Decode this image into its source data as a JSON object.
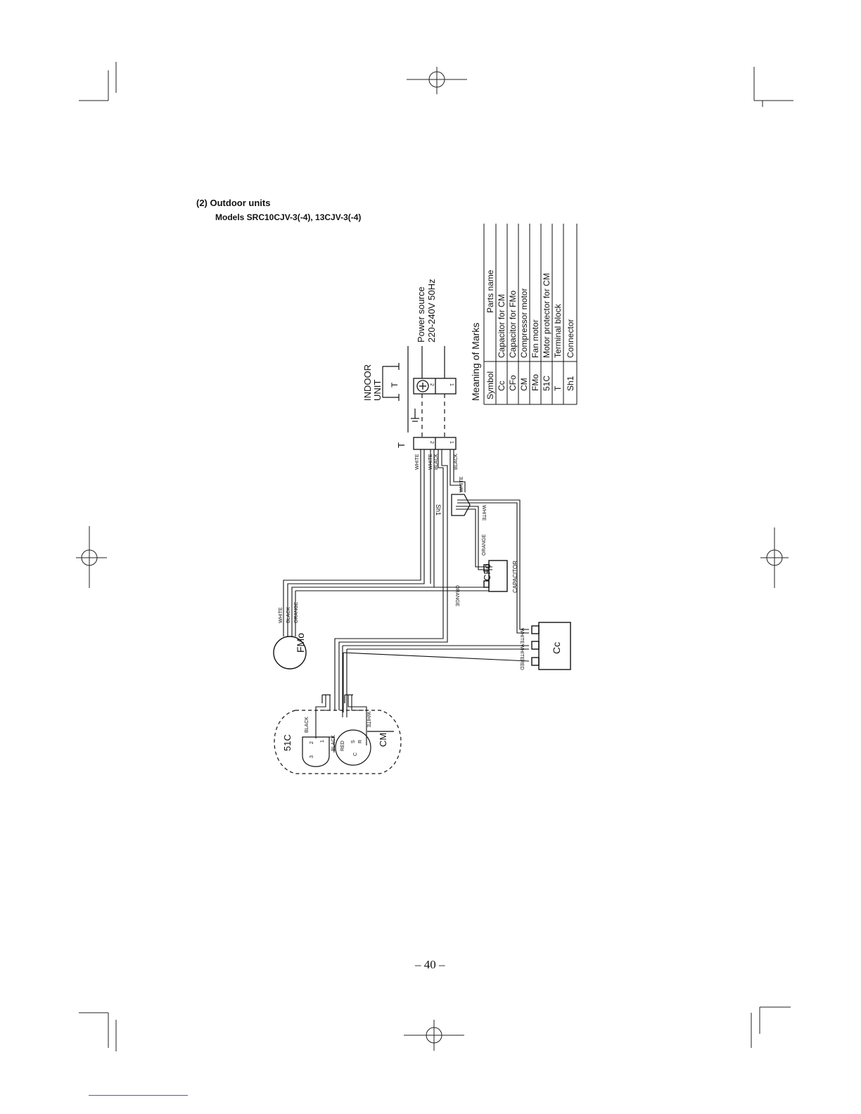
{
  "header": {
    "section_title": "(2)  Outdoor units",
    "models": "Models SRC10CJV-3(-4), 13CJV-3(-4)"
  },
  "power": {
    "label_line1": "Power source",
    "label_line2": "220-240V 50Hz"
  },
  "indoor_unit": {
    "line1": "INDOOR",
    "line2": "UNIT",
    "block_label": "T"
  },
  "outdoor_terminal": {
    "label": "T",
    "terminals": [
      "2",
      "1"
    ]
  },
  "wires": {
    "w1": "WHITE",
    "w2": "WHITE",
    "w3": "BLACK",
    "w4": "BLACK",
    "w5": "WHITE",
    "w6": "WHITE",
    "w7": "ORANGE",
    "w8": "ORANGE",
    "fm_white": "WHITE",
    "fm_black": "BLACK",
    "fm_orange": "ORANGE",
    "cc_white1": "WHITE",
    "cc_white2": "WHITE",
    "cc_red": "RED",
    "cm_black1": "BLACK",
    "cm_black2": "BLACK",
    "cm_red": "RED",
    "cm_white": "WHITE"
  },
  "components": {
    "connector": "Sh1",
    "cfo": "CFo",
    "capacitor": "CAPACITOR",
    "cc": "Cc",
    "fan_motor": "FMo",
    "protector": "51C",
    "compressor": "CM",
    "pin_c": "C",
    "pin_s": "S",
    "pin_r": "R",
    "pin_1": "1",
    "pin_2": "2",
    "pin_3": "3"
  },
  "legend": {
    "title": "Meaning of Marks",
    "header": {
      "symbol": "Symbol",
      "parts": "Parts name"
    },
    "rows": [
      {
        "symbol": "Cc",
        "parts": "Capacitor for CM"
      },
      {
        "symbol": "CFo",
        "parts": "Capacitor for FMo"
      },
      {
        "symbol": "CM",
        "parts": "Compressor motor"
      },
      {
        "symbol": "FMo",
        "parts": "Fan motor"
      },
      {
        "symbol": "51C",
        "parts": "Motor protector for CM"
      },
      {
        "symbol": "T",
        "parts": "Terminal block"
      },
      {
        "symbol": "Sh1",
        "parts": "Connector"
      }
    ]
  },
  "footer": {
    "page_number": "– 40 –"
  }
}
